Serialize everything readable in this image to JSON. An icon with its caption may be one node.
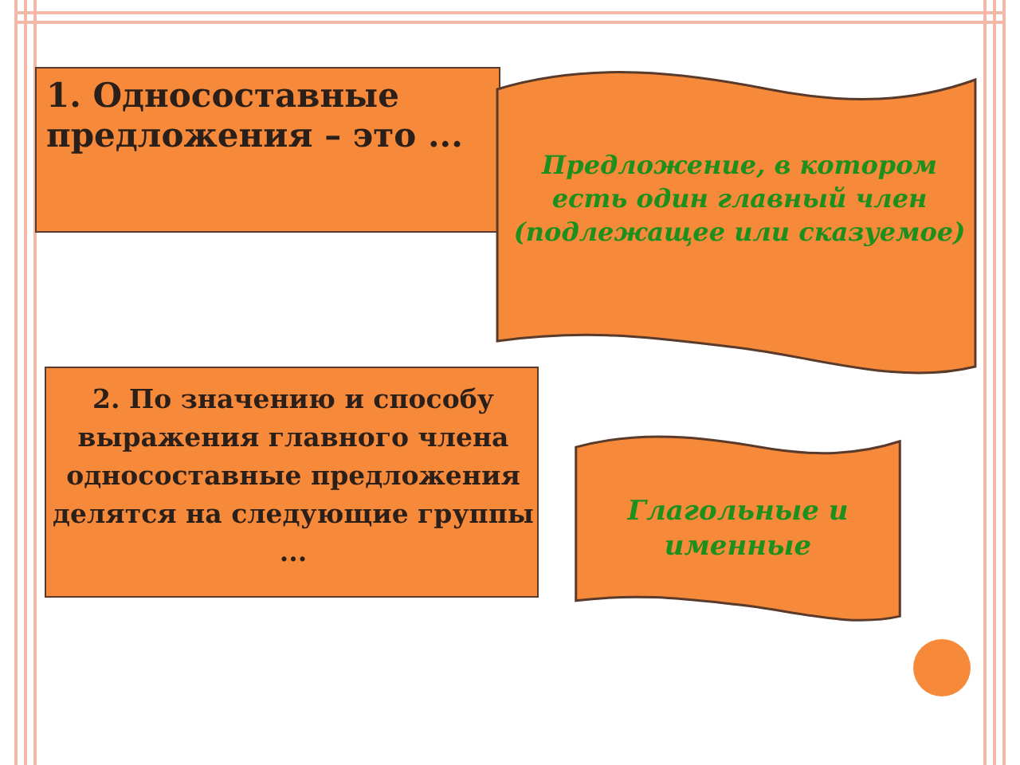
{
  "diagram": {
    "nodes": [
      {
        "text": [
          "1. Односоставные предложения – это ..."
        ]
      },
      {
        "text": [
          "Предложение, в котором есть один главный член (подлежащее или сказуемое)"
        ]
      },
      {
        "text": [
          "2. По значению и способу выражения главного члена односоставные предложения делятся на следующие группы ..."
        ]
      },
      {
        "text": [
          "Глагольные и именные"
        ]
      }
    ]
  }
}
